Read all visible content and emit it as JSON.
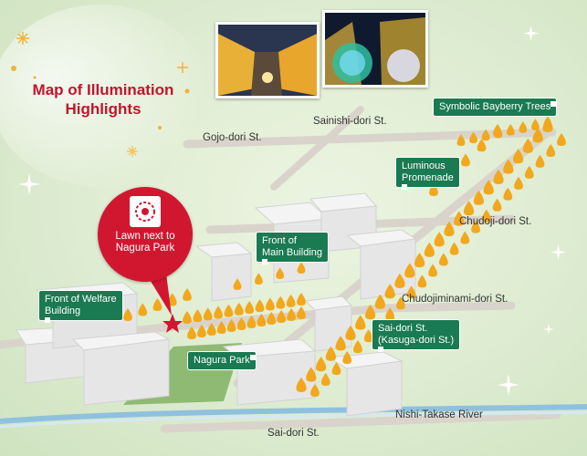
{
  "map": {
    "title_line1": "Map of Illumination",
    "title_line2": "Highlights",
    "streets": {
      "sainishi": "Sainishi-dori St.",
      "gojo": "Gojo-dori St.",
      "chudoji": "Chudoji-dori St.",
      "chudojiminami": "Chudojiminami-dori St.",
      "nishitakase": "Nishi-Takase River",
      "saidori_bottom": "Sai-dori St."
    },
    "spots": {
      "symbolic": "Symbolic Bayberry Trees",
      "luminous_1": "Luminous",
      "luminous_2": "Promenade",
      "front_main_1": "Front of",
      "front_main_2": "Main Building",
      "welfare_1": "Front of Welfare",
      "welfare_2": "Building",
      "nagura": "Nagura Park",
      "saidori_1": "Sai-dori St.",
      "saidori_2": "(Kasuga-dori St.)",
      "lawn_1": "Lawn next to",
      "lawn_2": "Nagura Park"
    },
    "colors": {
      "accent": "#c0162c",
      "label_green": "#1a7a52",
      "tree": "#f2a81d",
      "star": "#d1172f"
    },
    "icons": [
      "sparkle-icon",
      "star-marker-icon",
      "tree-icon",
      "building-icon",
      "lawn-emblem-icon"
    ]
  }
}
